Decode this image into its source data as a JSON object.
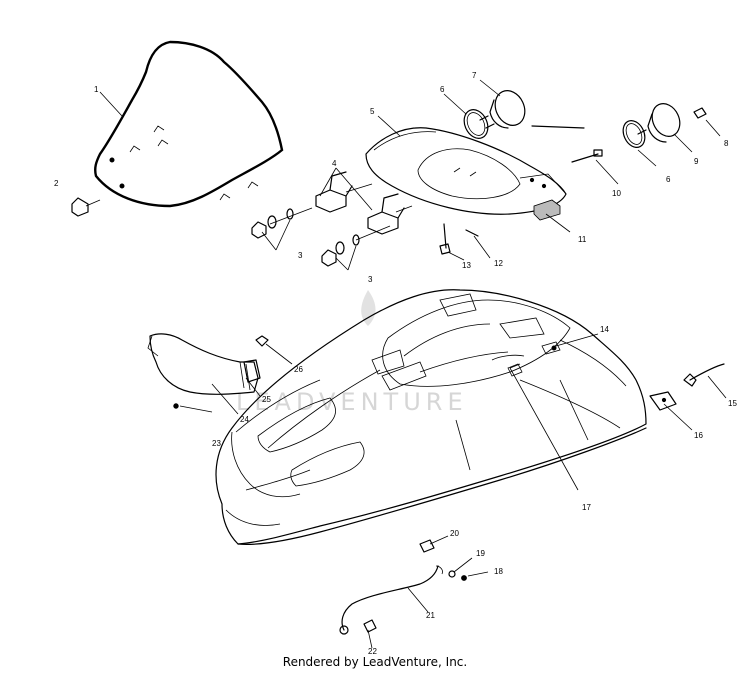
{
  "diagram": {
    "watermark": "LEADVENTURE",
    "footer": "Rendered by LeadVenture, Inc.",
    "callouts": [
      "1",
      "2",
      "3",
      "4",
      "5",
      "6",
      "7",
      "8",
      "9",
      "10",
      "11",
      "12",
      "13",
      "14",
      "15",
      "16",
      "17",
      "18",
      "19",
      "20",
      "21",
      "22",
      "23",
      "24",
      "25",
      "26"
    ],
    "colors": {
      "line": "#000000",
      "watermark": "#d6d6d6",
      "background": "#ffffff"
    }
  }
}
